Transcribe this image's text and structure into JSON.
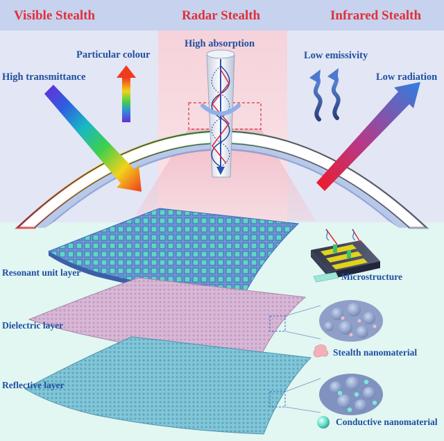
{
  "headers": {
    "visible": "Visible Stealth",
    "radar": "Radar Stealth",
    "infrared": "Infrared Stealth"
  },
  "annotations": {
    "high_transmittance": "High transmittance",
    "particular_colour": "Particular colour",
    "high_absorption": "High absorption",
    "low_emissivity": "Low emissivity",
    "low_radiation": "Low radiation"
  },
  "layers": {
    "resonant": "Resonant unit layer",
    "dielectric": "Dielectric layer",
    "reflective": "Reflective layer"
  },
  "materials": {
    "microstructure": "Microstructure",
    "stealth": "Stealth nanomaterial",
    "conductive": "Conductive nanomaterial"
  },
  "colors": {
    "heading": "#e0303a",
    "label": "#1f4fa0",
    "top_band": "#c6d2ee",
    "side_panel": "#e3e6f4",
    "center_panel": "#f6d6dc",
    "lower_bg": "#e2f6f2",
    "resonant_layer": "#6f93d4",
    "resonant_unit": "#5fd6c2",
    "dielectric_layer": "#d8b8d6",
    "reflective_layer": "#82c6d8"
  }
}
